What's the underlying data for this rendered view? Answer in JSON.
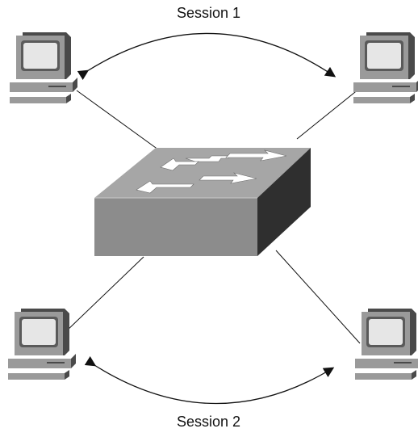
{
  "diagram": {
    "session_top_label": "Session 1",
    "session_bottom_label": "Session 2"
  },
  "nodes": [
    {
      "id": "pc-top-left",
      "kind": "computer",
      "icon": "computer-icon"
    },
    {
      "id": "pc-top-right",
      "kind": "computer",
      "icon": "computer-icon"
    },
    {
      "id": "pc-bottom-left",
      "kind": "computer",
      "icon": "computer-icon"
    },
    {
      "id": "pc-bottom-right",
      "kind": "computer",
      "icon": "computer-icon"
    },
    {
      "id": "switch",
      "kind": "switch",
      "icon": "switch-icon"
    }
  ],
  "colors": {
    "switch_front": "#8c8c8c",
    "switch_top": "#a6a6a6",
    "switch_side": "#2f2f2f",
    "pc_body": "#9a9a9a",
    "pc_dark": "#4a4a4a",
    "screen": "#e6e6e6",
    "line": "#111111"
  }
}
